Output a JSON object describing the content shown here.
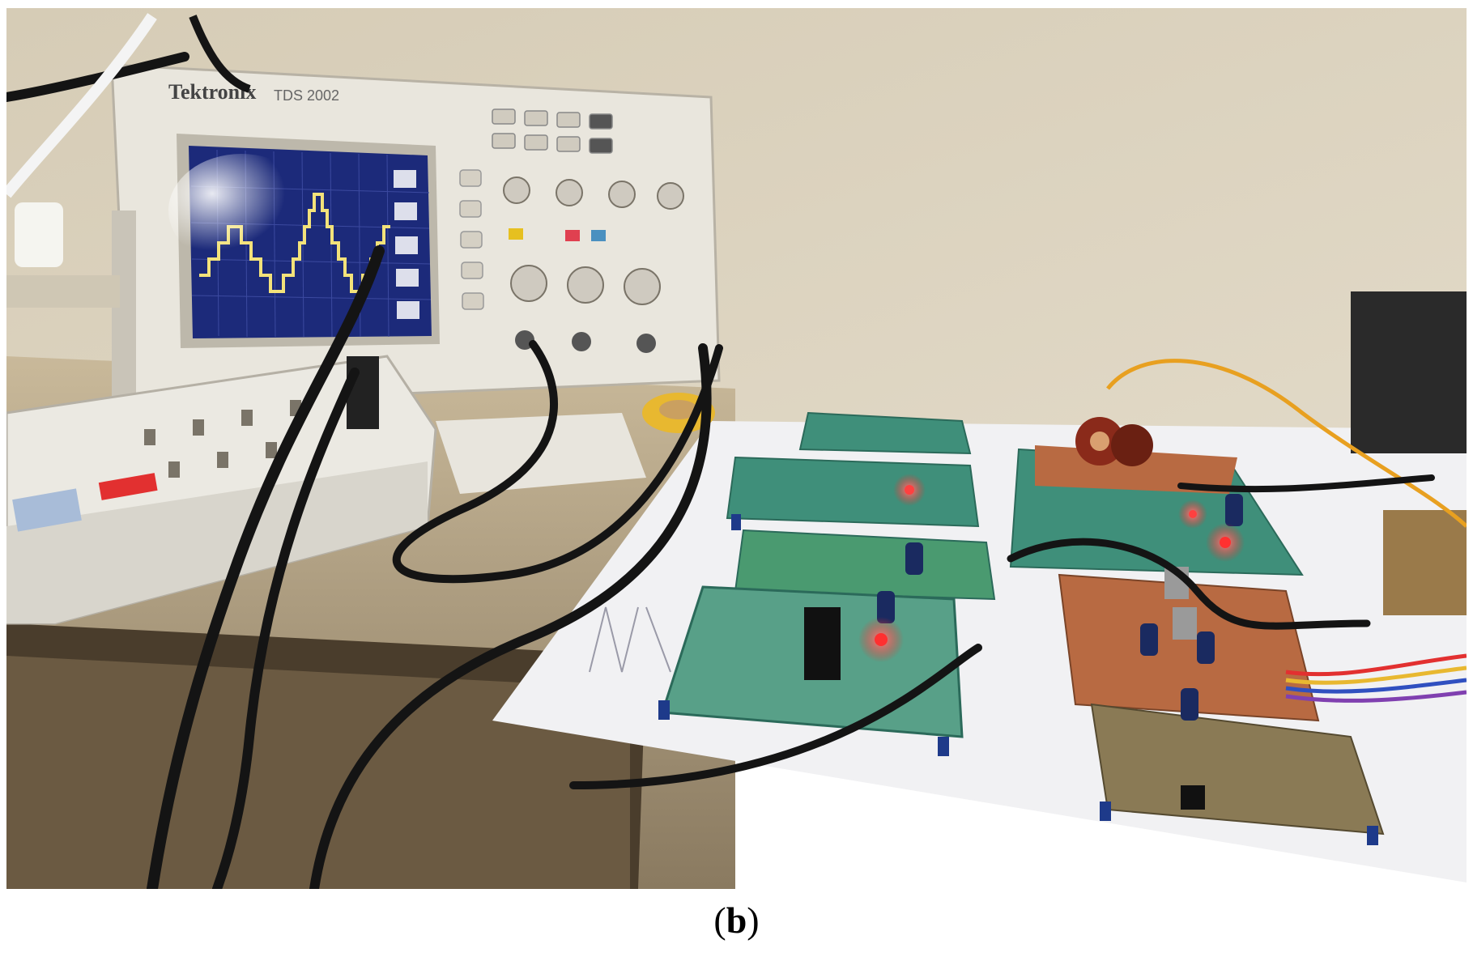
{
  "photo": {
    "description_icons": [
      "oscilloscope",
      "power-strip",
      "circuit-boards",
      "cables",
      "transformer"
    ],
    "scope_brand": "Tektronix",
    "scope_model": "TDS 2002"
  },
  "caption": {
    "open": "(",
    "letter": "b",
    "close": ")"
  },
  "colors": {
    "wall": "#d9d0bc",
    "screen": "#1c2a7a",
    "trace": "#f3e27a",
    "pcb_green": "#3f8f7a",
    "pcb_brown": "#b86a42",
    "led_red": "#ff3030"
  }
}
